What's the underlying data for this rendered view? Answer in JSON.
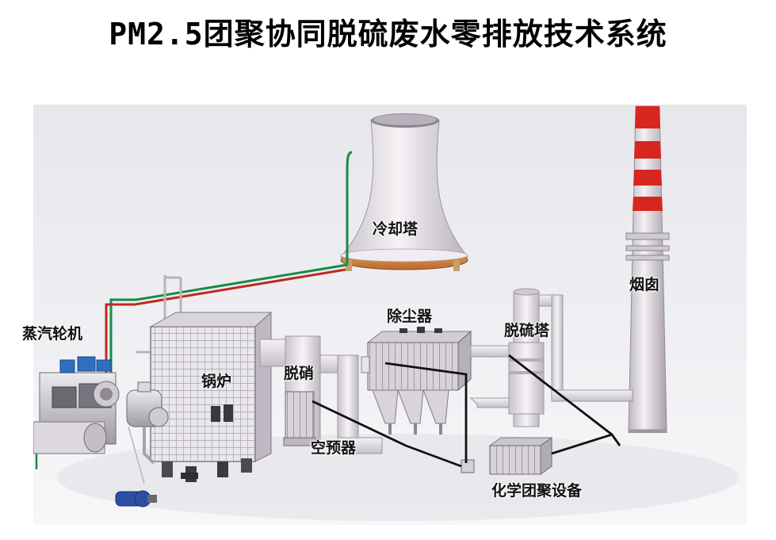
{
  "title": "PM2.5团聚协同脱硫废水零排放技术系统",
  "labels": {
    "cooling_tower": "冷却塔",
    "chimney": "烟囱",
    "steam_turbine": "蒸汽轮机",
    "boiler": "锅炉",
    "denitration": "脱硝",
    "dust_collector": "除尘器",
    "desulfurization_tower": "脱硫塔",
    "air_preheater": "空预器",
    "chemical_agglomeration": "化学团聚设备"
  }
}
